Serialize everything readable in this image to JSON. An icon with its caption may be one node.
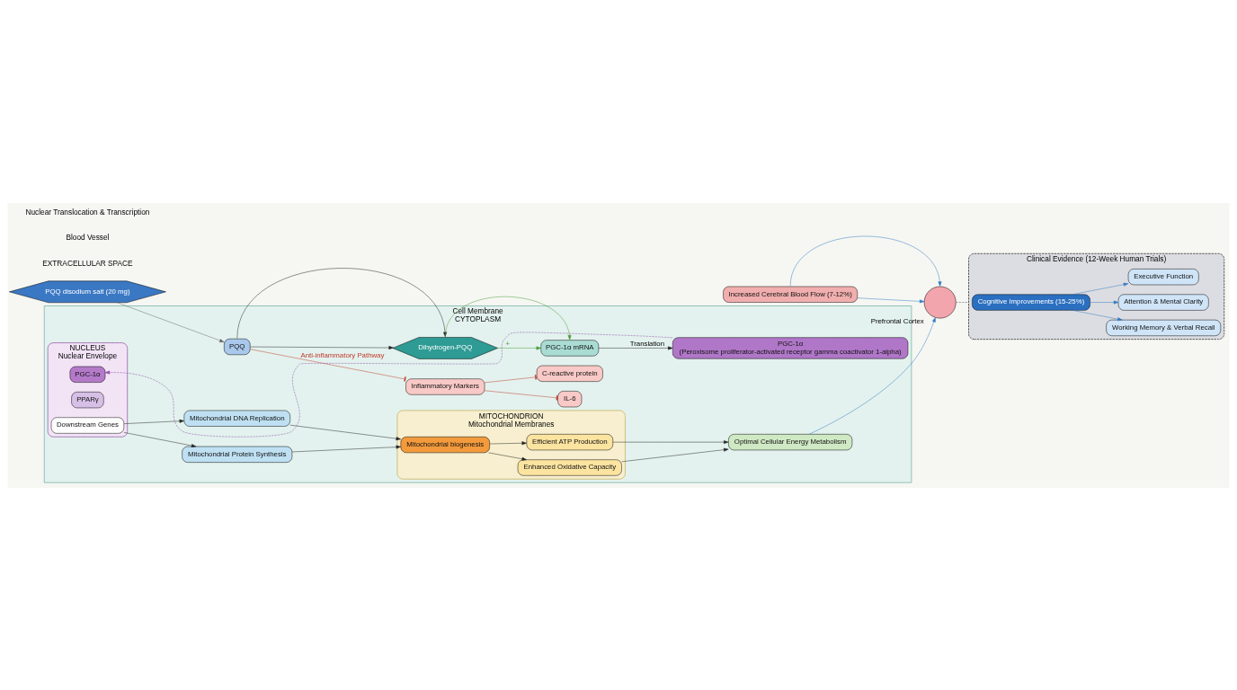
{
  "diagram": {
    "nodes": [
      {
        "text": [
          "PQQ disodium salt (20 mg)"
        ]
      },
      {
        "text": [
          "Cell Membrane",
          "CYTOPLASM"
        ]
      },
      {
        "text": [
          "PQQ"
        ],
        "in": 1
      },
      {
        "text": [
          "Dihydrogen-PQQ"
        ],
        "in": 1
      },
      {
        "text": [
          "PGC-1α mRNA"
        ],
        "in": 1
      },
      {
        "text": [
          "PGC-1α",
          "(Peroxisome proliferator-activated receptor gamma coactivator 1-alpha)"
        ],
        "in": 1
      },
      {
        "text": [
          "NUCLEUS"
        ],
        "beside": [
          "Nuclear Envelope"
        ],
        "in": 1
      },
      {
        "text": [
          "PGC-1α"
        ],
        "in": 6
      },
      {
        "text": [
          "PPARγ"
        ],
        "in": 6
      },
      {
        "text": [
          "Downstream Genes"
        ],
        "in": 6
      },
      {
        "text": [
          "Mitochondrial DNA Replication"
        ],
        "in": 1
      },
      {
        "text": [
          "Mitochondrial Protein Synthesis"
        ],
        "in": 1
      },
      {
        "text": [
          "MITOCHONDRION"
        ],
        "beside": [
          "Mitochondrial Membranes"
        ],
        "in": 1
      },
      {
        "text": [
          "Mitochondrial biogenesis"
        ],
        "in": 12
      },
      {
        "text": [
          "Efficient ATP Production"
        ],
        "in": 12
      },
      {
        "text": [
          "Enhanced Oxidative Capacity"
        ],
        "in": 12
      },
      {
        "text": [
          "Optimal Cellular Energy Metabolism"
        ],
        "in": 1
      },
      {
        "text": [
          "Inflammatory Markers"
        ],
        "in": 1
      },
      {
        "text": [
          "IL-6"
        ],
        "in": 1
      },
      {
        "text": [
          "C-reactive protein"
        ],
        "in": 1
      },
      {
        "text": [
          "Increased Cerebral Blood Flow (7-12%)"
        ]
      },
      {
        "text": [],
        "shape": "circle",
        "beside": [
          "Prefrontal Cortex"
        ]
      },
      {
        "text": [
          "Clinical Evidence (12-Week Human Trials)"
        ]
      },
      {
        "text": [
          "Cognitive Improvements (15-25%)"
        ],
        "in": 22
      },
      {
        "text": [
          "Working Memory & Verbal Recall"
        ],
        "in": 22
      },
      {
        "text": [
          "Attention & Mental Clarity"
        ],
        "in": 22
      },
      {
        "text": [
          "Executive Function"
        ],
        "in": 22
      }
    ],
    "edges": [
      {
        "from": 0,
        "to": 2,
        "arrow": "to",
        "color": "#666666"
      },
      {
        "from": 2,
        "to": 3,
        "arrow": "to"
      },
      {
        "from": 2,
        "to": 3,
        "arrow": "to"
      },
      {
        "from": 3,
        "to": 4,
        "arrow": "to",
        "color": "#4a9a3a"
      },
      {
        "from": 3,
        "to": 4,
        "arrow": "to",
        "label": "+",
        "color": "#4a9a3a"
      },
      {
        "from": 4,
        "to": 5,
        "arrow": "to",
        "label": "Translation"
      },
      {
        "from": 5,
        "to": 7,
        "arrow": "to",
        "style": "dashed",
        "color": "#8e4fa8"
      },
      {
        "from": 9,
        "to": 10,
        "arrow": "to"
      },
      {
        "from": 9,
        "to": 11,
        "arrow": "to"
      },
      {
        "from": 10,
        "to": 13,
        "arrow": "to"
      },
      {
        "from": 11,
        "to": 13,
        "arrow": "to"
      },
      {
        "from": 13,
        "to": 14,
        "arrow": "to"
      },
      {
        "from": 13,
        "to": 15,
        "arrow": "to"
      },
      {
        "from": 14,
        "to": 16,
        "arrow": "to"
      },
      {
        "from": 15,
        "to": 16,
        "arrow": "to"
      },
      {
        "from": 16,
        "to": 21,
        "arrow": "to",
        "color": "#2f78c4"
      },
      {
        "from": 20,
        "to": 21,
        "arrow": "to",
        "color": "#2f78c4"
      },
      {
        "from": 20,
        "to": 21,
        "arrow": "to",
        "color": "#2f78c4"
      },
      {
        "from": 21,
        "to": 22,
        "arrow": "none",
        "style": "dashed",
        "color": "#555555"
      },
      {
        "from": 23,
        "to": 24,
        "arrow": "to",
        "color": "#2f78c4"
      },
      {
        "from": 23,
        "to": 25,
        "arrow": "to",
        "color": "#2f78c4"
      },
      {
        "from": 23,
        "to": 26,
        "arrow": "to",
        "color": "#2f78c4"
      },
      {
        "from": 2,
        "to": 17,
        "arrow": "other",
        "label": "Anti-inflammatory Pathway",
        "color": "#c0392b"
      },
      {
        "from": 17,
        "to": 18,
        "arrow": "other",
        "color": "#c0392b"
      },
      {
        "from": 17,
        "to": 19,
        "arrow": "other",
        "color": "#c0392b"
      }
    ],
    "labels": [
      "EXTRACELLULAR SPACE",
      "Blood Vessel",
      "Nuclear Translocation & Transcription"
    ]
  }
}
